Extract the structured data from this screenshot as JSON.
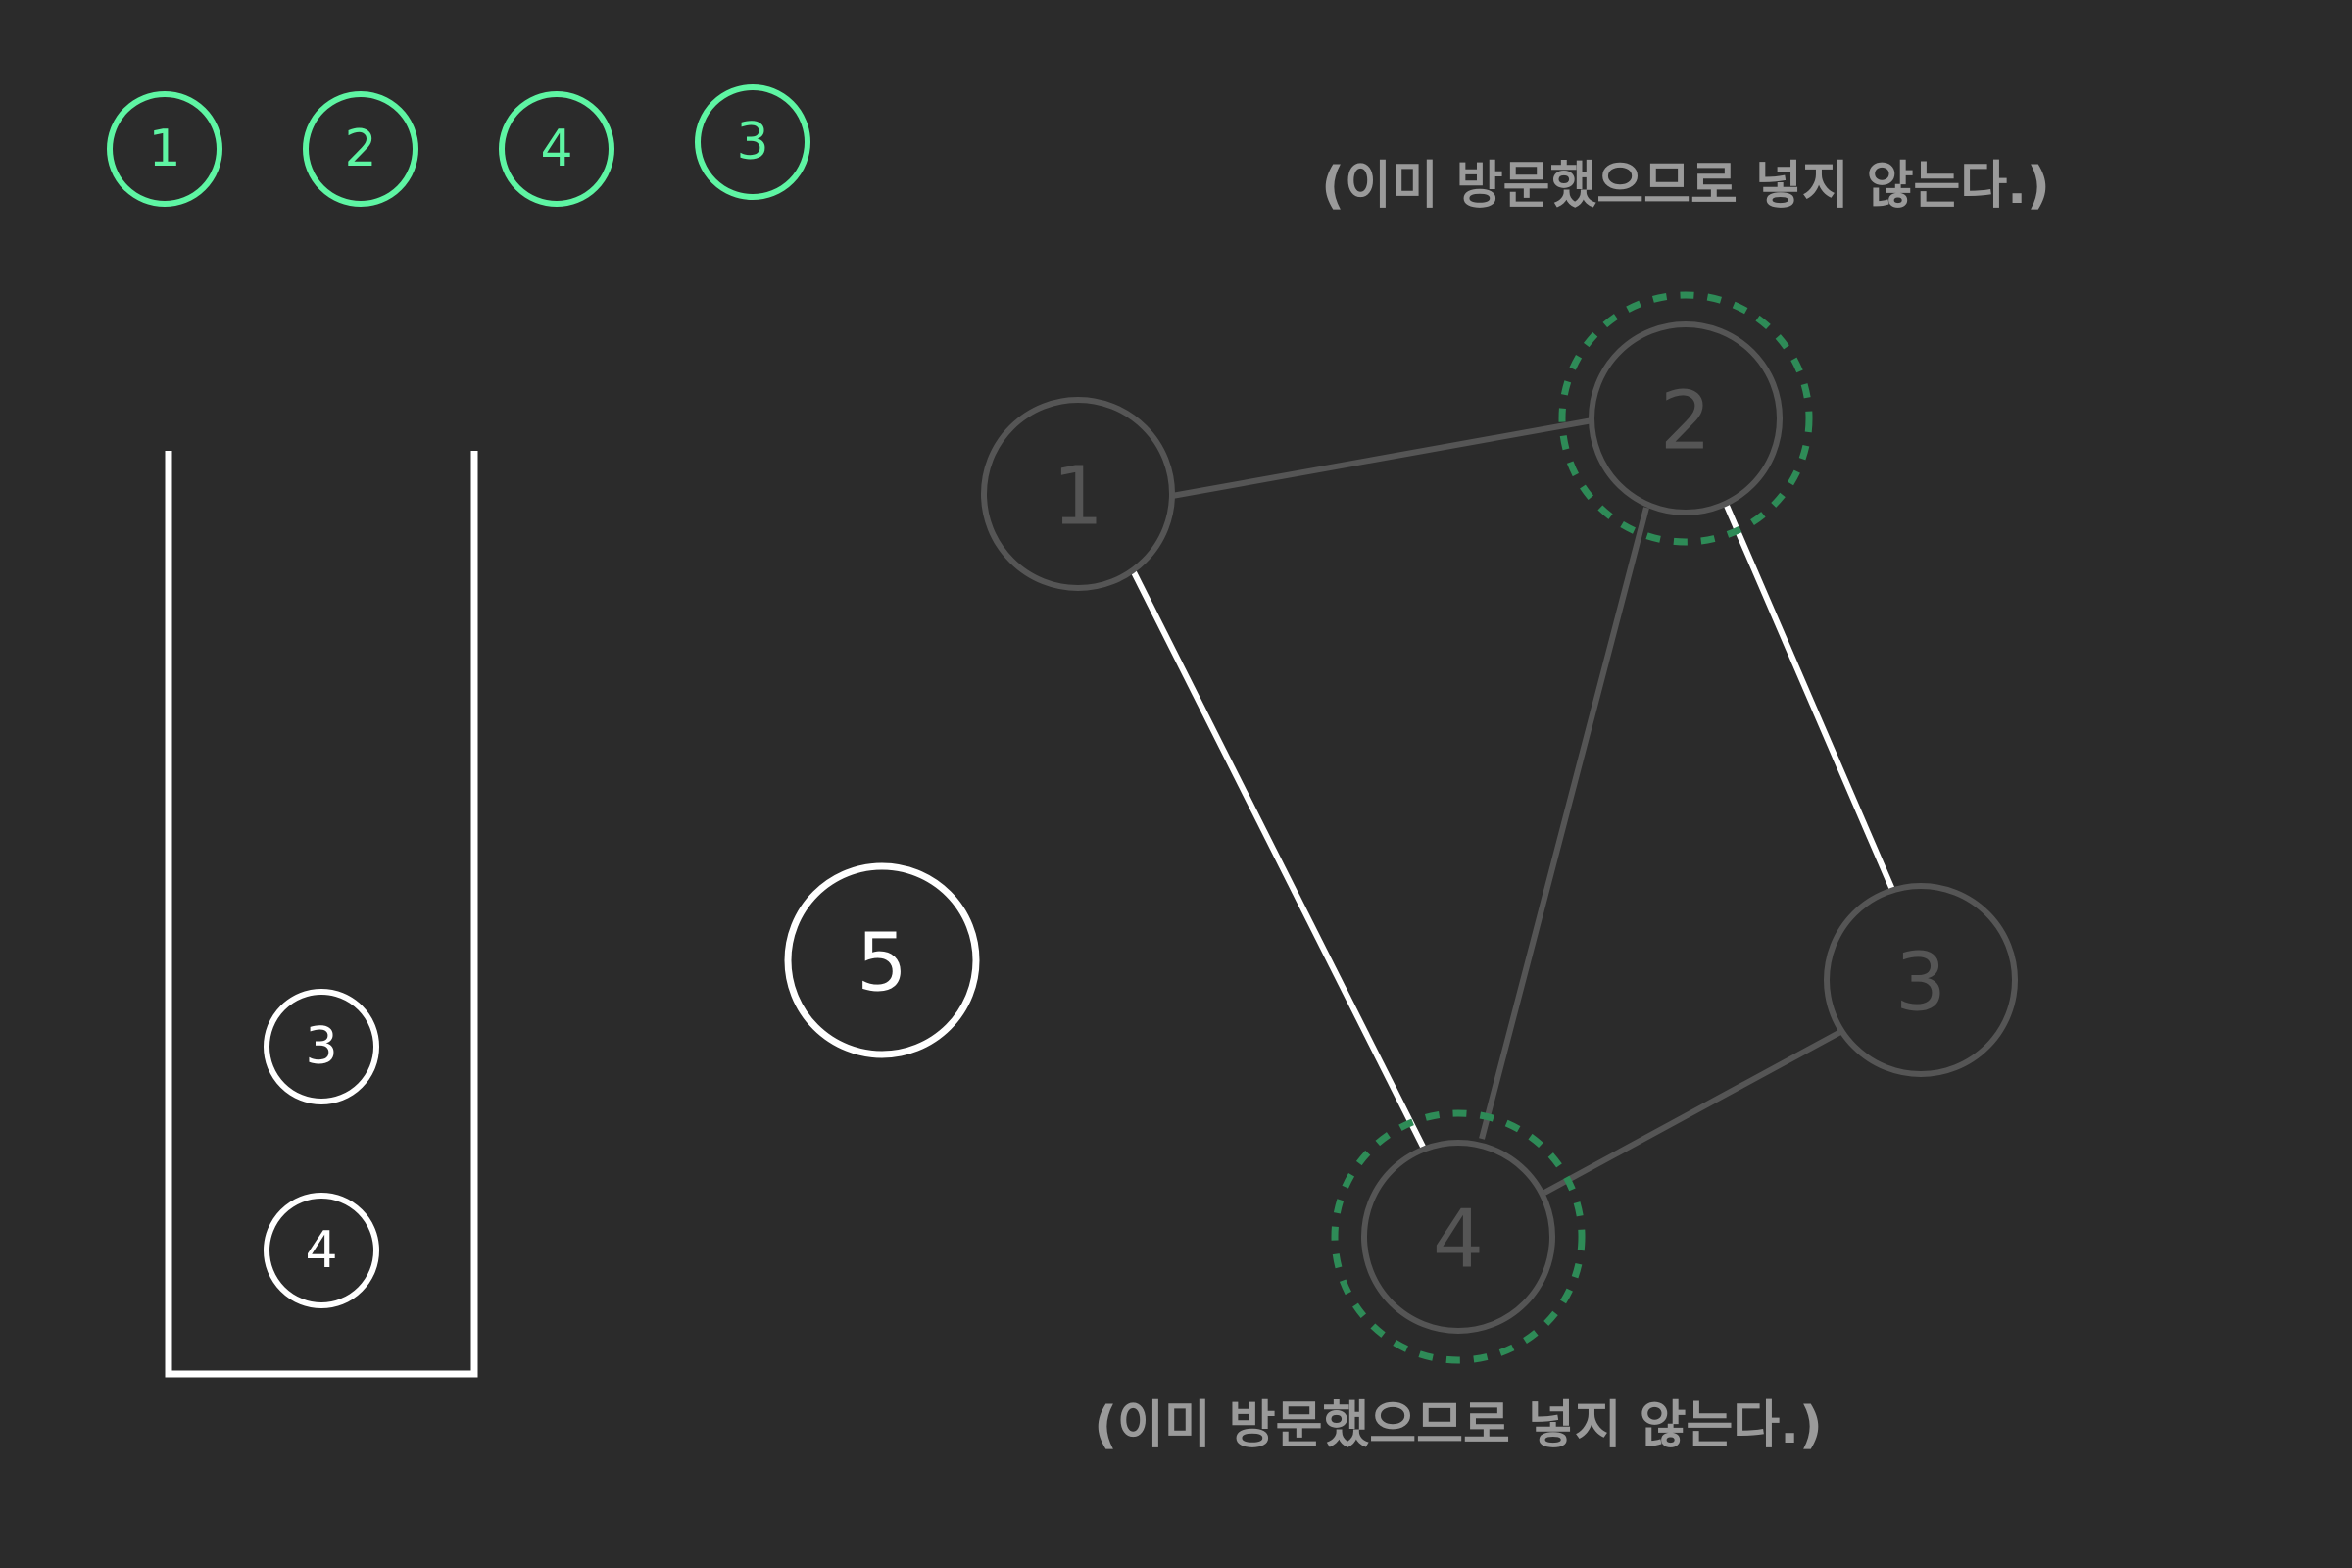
{
  "visited_order": {
    "nodes": [
      "1",
      "2",
      "4",
      "3"
    ],
    "color": "#5ef5a3"
  },
  "stack": {
    "items": [
      "3",
      "4"
    ],
    "color": "#ffffff"
  },
  "current_node": {
    "label": "5",
    "color": "#ffffff"
  },
  "graph": {
    "nodes": {
      "n1": "1",
      "n2": "2",
      "n3": "3",
      "n4": "4"
    },
    "edges": [
      {
        "from": "1",
        "to": "2",
        "highlighted": false
      },
      {
        "from": "1",
        "to": "4",
        "highlighted": true
      },
      {
        "from": "2",
        "to": "4",
        "highlighted": false
      },
      {
        "from": "2",
        "to": "3",
        "highlighted": true
      },
      {
        "from": "3",
        "to": "4",
        "highlighted": false
      }
    ],
    "dimmed_color": "#555555",
    "highlight_color": "#ffffff",
    "dashed_ring_color": "#2e8b57",
    "already_visited": [
      "2",
      "4"
    ]
  },
  "annotations": {
    "top": "(이미 방문했으므로 넣지 않는다.)",
    "bottom": "(이미 방문했으므로 넣지 않는다.)",
    "color": "#9a9a9a"
  }
}
